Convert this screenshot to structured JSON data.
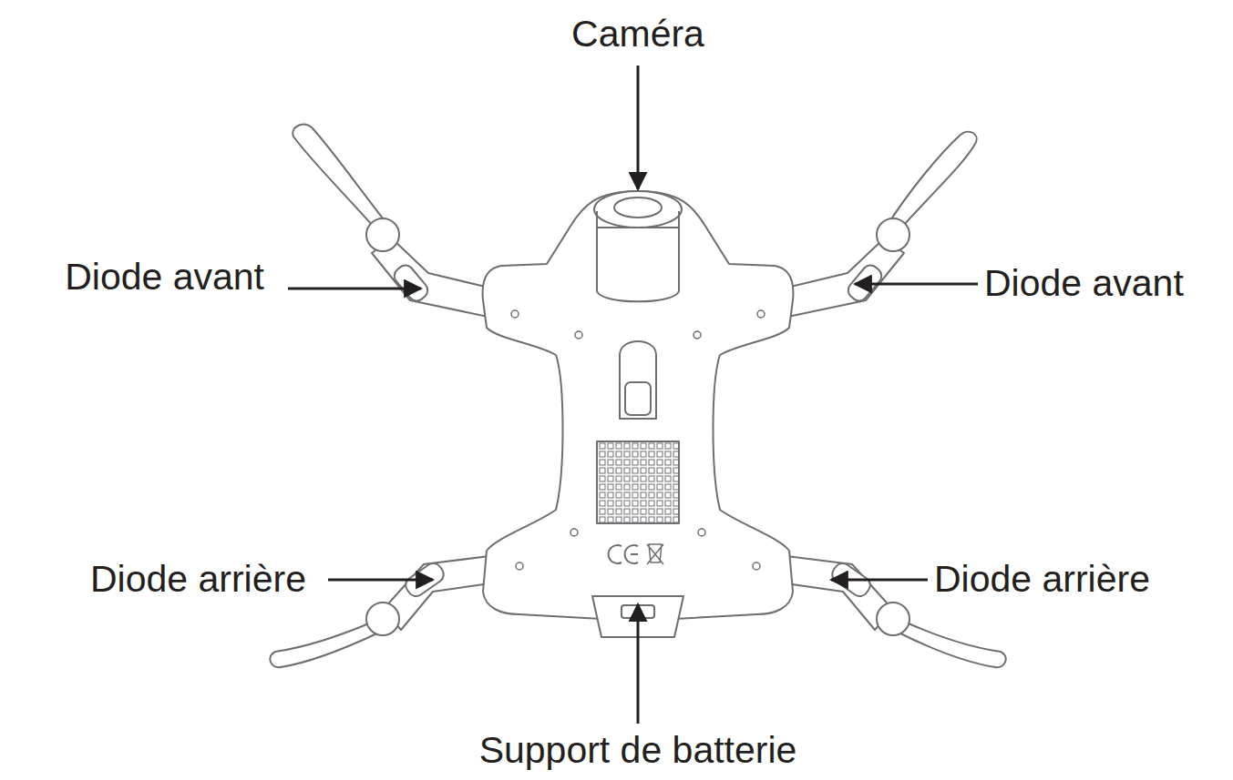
{
  "diagram": {
    "labels": [
      "Caméra",
      "Diode avant",
      "Diode avant",
      "Diode arrière",
      "Diode arrière",
      "Support de batterie"
    ]
  }
}
